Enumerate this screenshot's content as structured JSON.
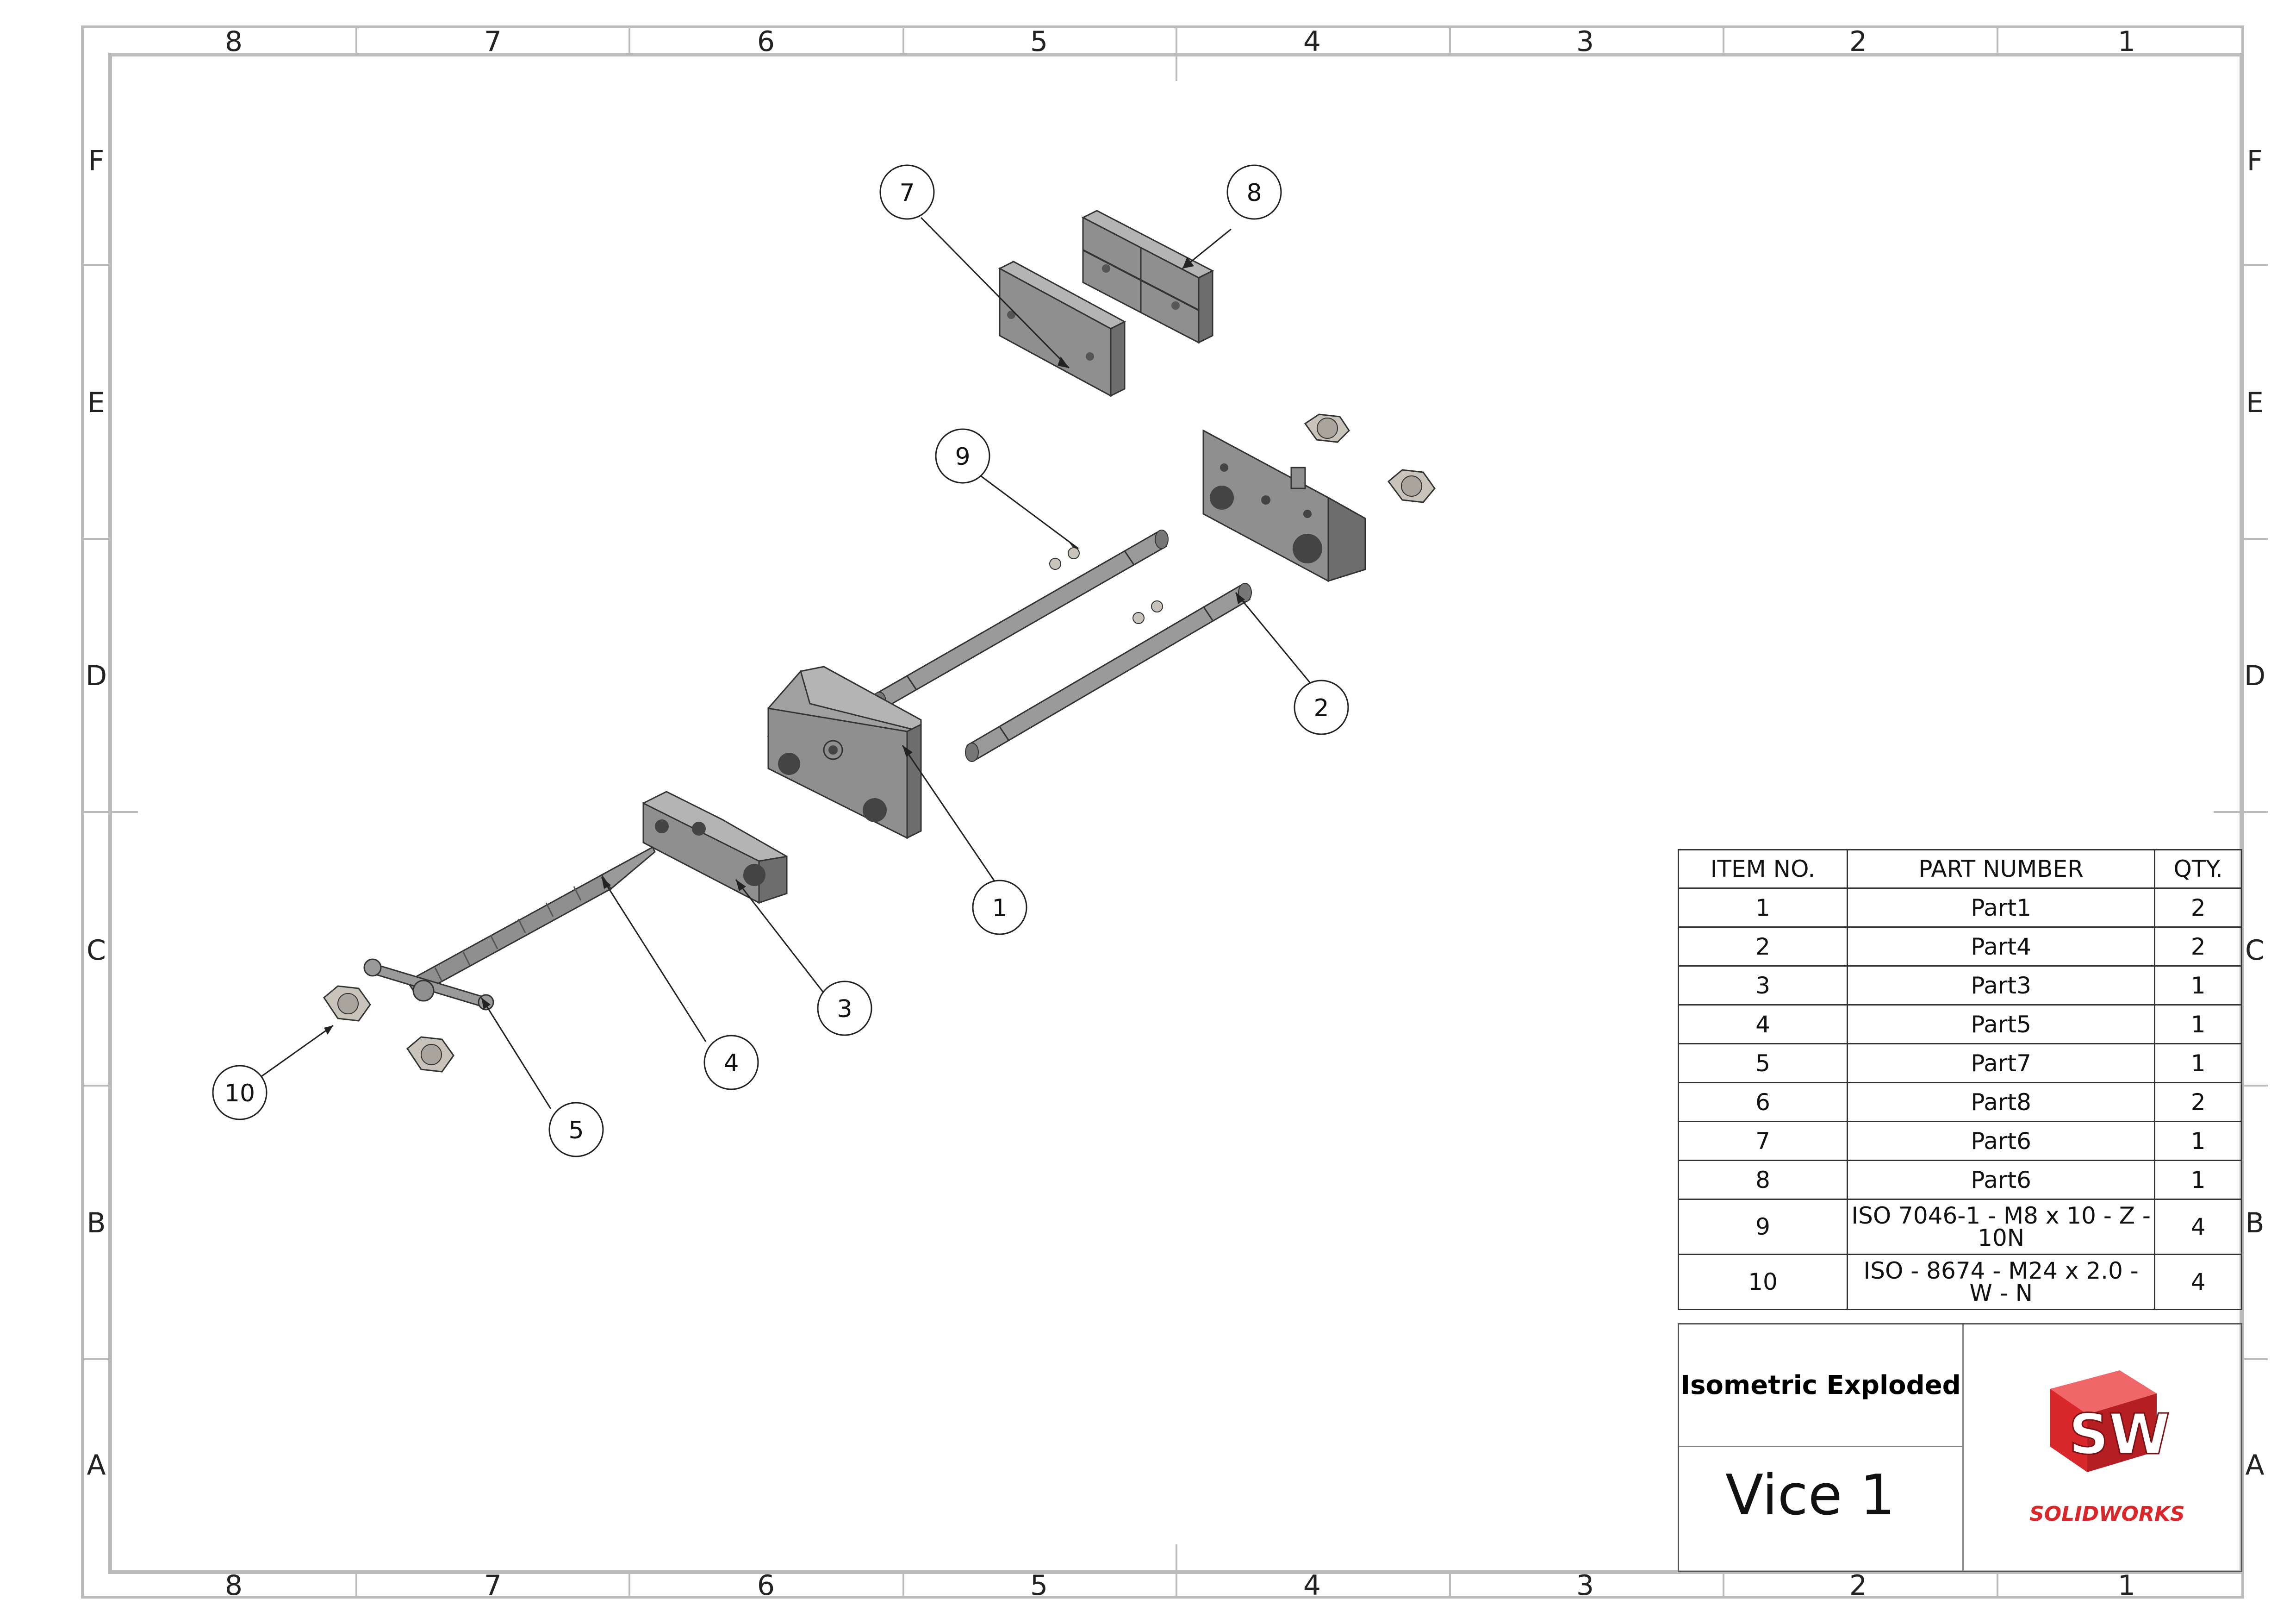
{
  "zones": {
    "columns": [
      "8",
      "7",
      "6",
      "5",
      "4",
      "3",
      "2",
      "1"
    ],
    "rows": [
      "F",
      "E",
      "D",
      "C",
      "B",
      "A"
    ]
  },
  "balloons": [
    "7",
    "8",
    "9",
    "2",
    "1",
    "3",
    "4",
    "5",
    "10"
  ],
  "bom": {
    "headers": {
      "item": "ITEM NO.",
      "part": "PART NUMBER",
      "qty": "QTY."
    },
    "rows": [
      {
        "item": "1",
        "part": "Part1",
        "qty": "2"
      },
      {
        "item": "2",
        "part": "Part4",
        "qty": "2"
      },
      {
        "item": "3",
        "part": "Part3",
        "qty": "1"
      },
      {
        "item": "4",
        "part": "Part5",
        "qty": "1"
      },
      {
        "item": "5",
        "part": "Part7",
        "qty": "1"
      },
      {
        "item": "6",
        "part": "Part8",
        "qty": "2"
      },
      {
        "item": "7",
        "part": "Part6",
        "qty": "1"
      },
      {
        "item": "8",
        "part": "Part6",
        "qty": "1"
      },
      {
        "item": "9",
        "part": "ISO 7046-1 - M8 x 10 - Z - 10N",
        "qty": "4"
      },
      {
        "item": "10",
        "part": "ISO - 8674 - M24 x 2.0 - W - N",
        "qty": "4"
      }
    ]
  },
  "title_block": {
    "view_name": "Isometric Exploded",
    "drawing_name": "Vice 1",
    "logo_text": "SOLIDWORKS",
    "logo_letters": "SW"
  },
  "colors": {
    "part": "#8f8f8f",
    "part_dark": "#6d6d6d",
    "part_light": "#b4b4b4",
    "nut": "#c9c4bb",
    "logo_red": "#d9282c"
  }
}
